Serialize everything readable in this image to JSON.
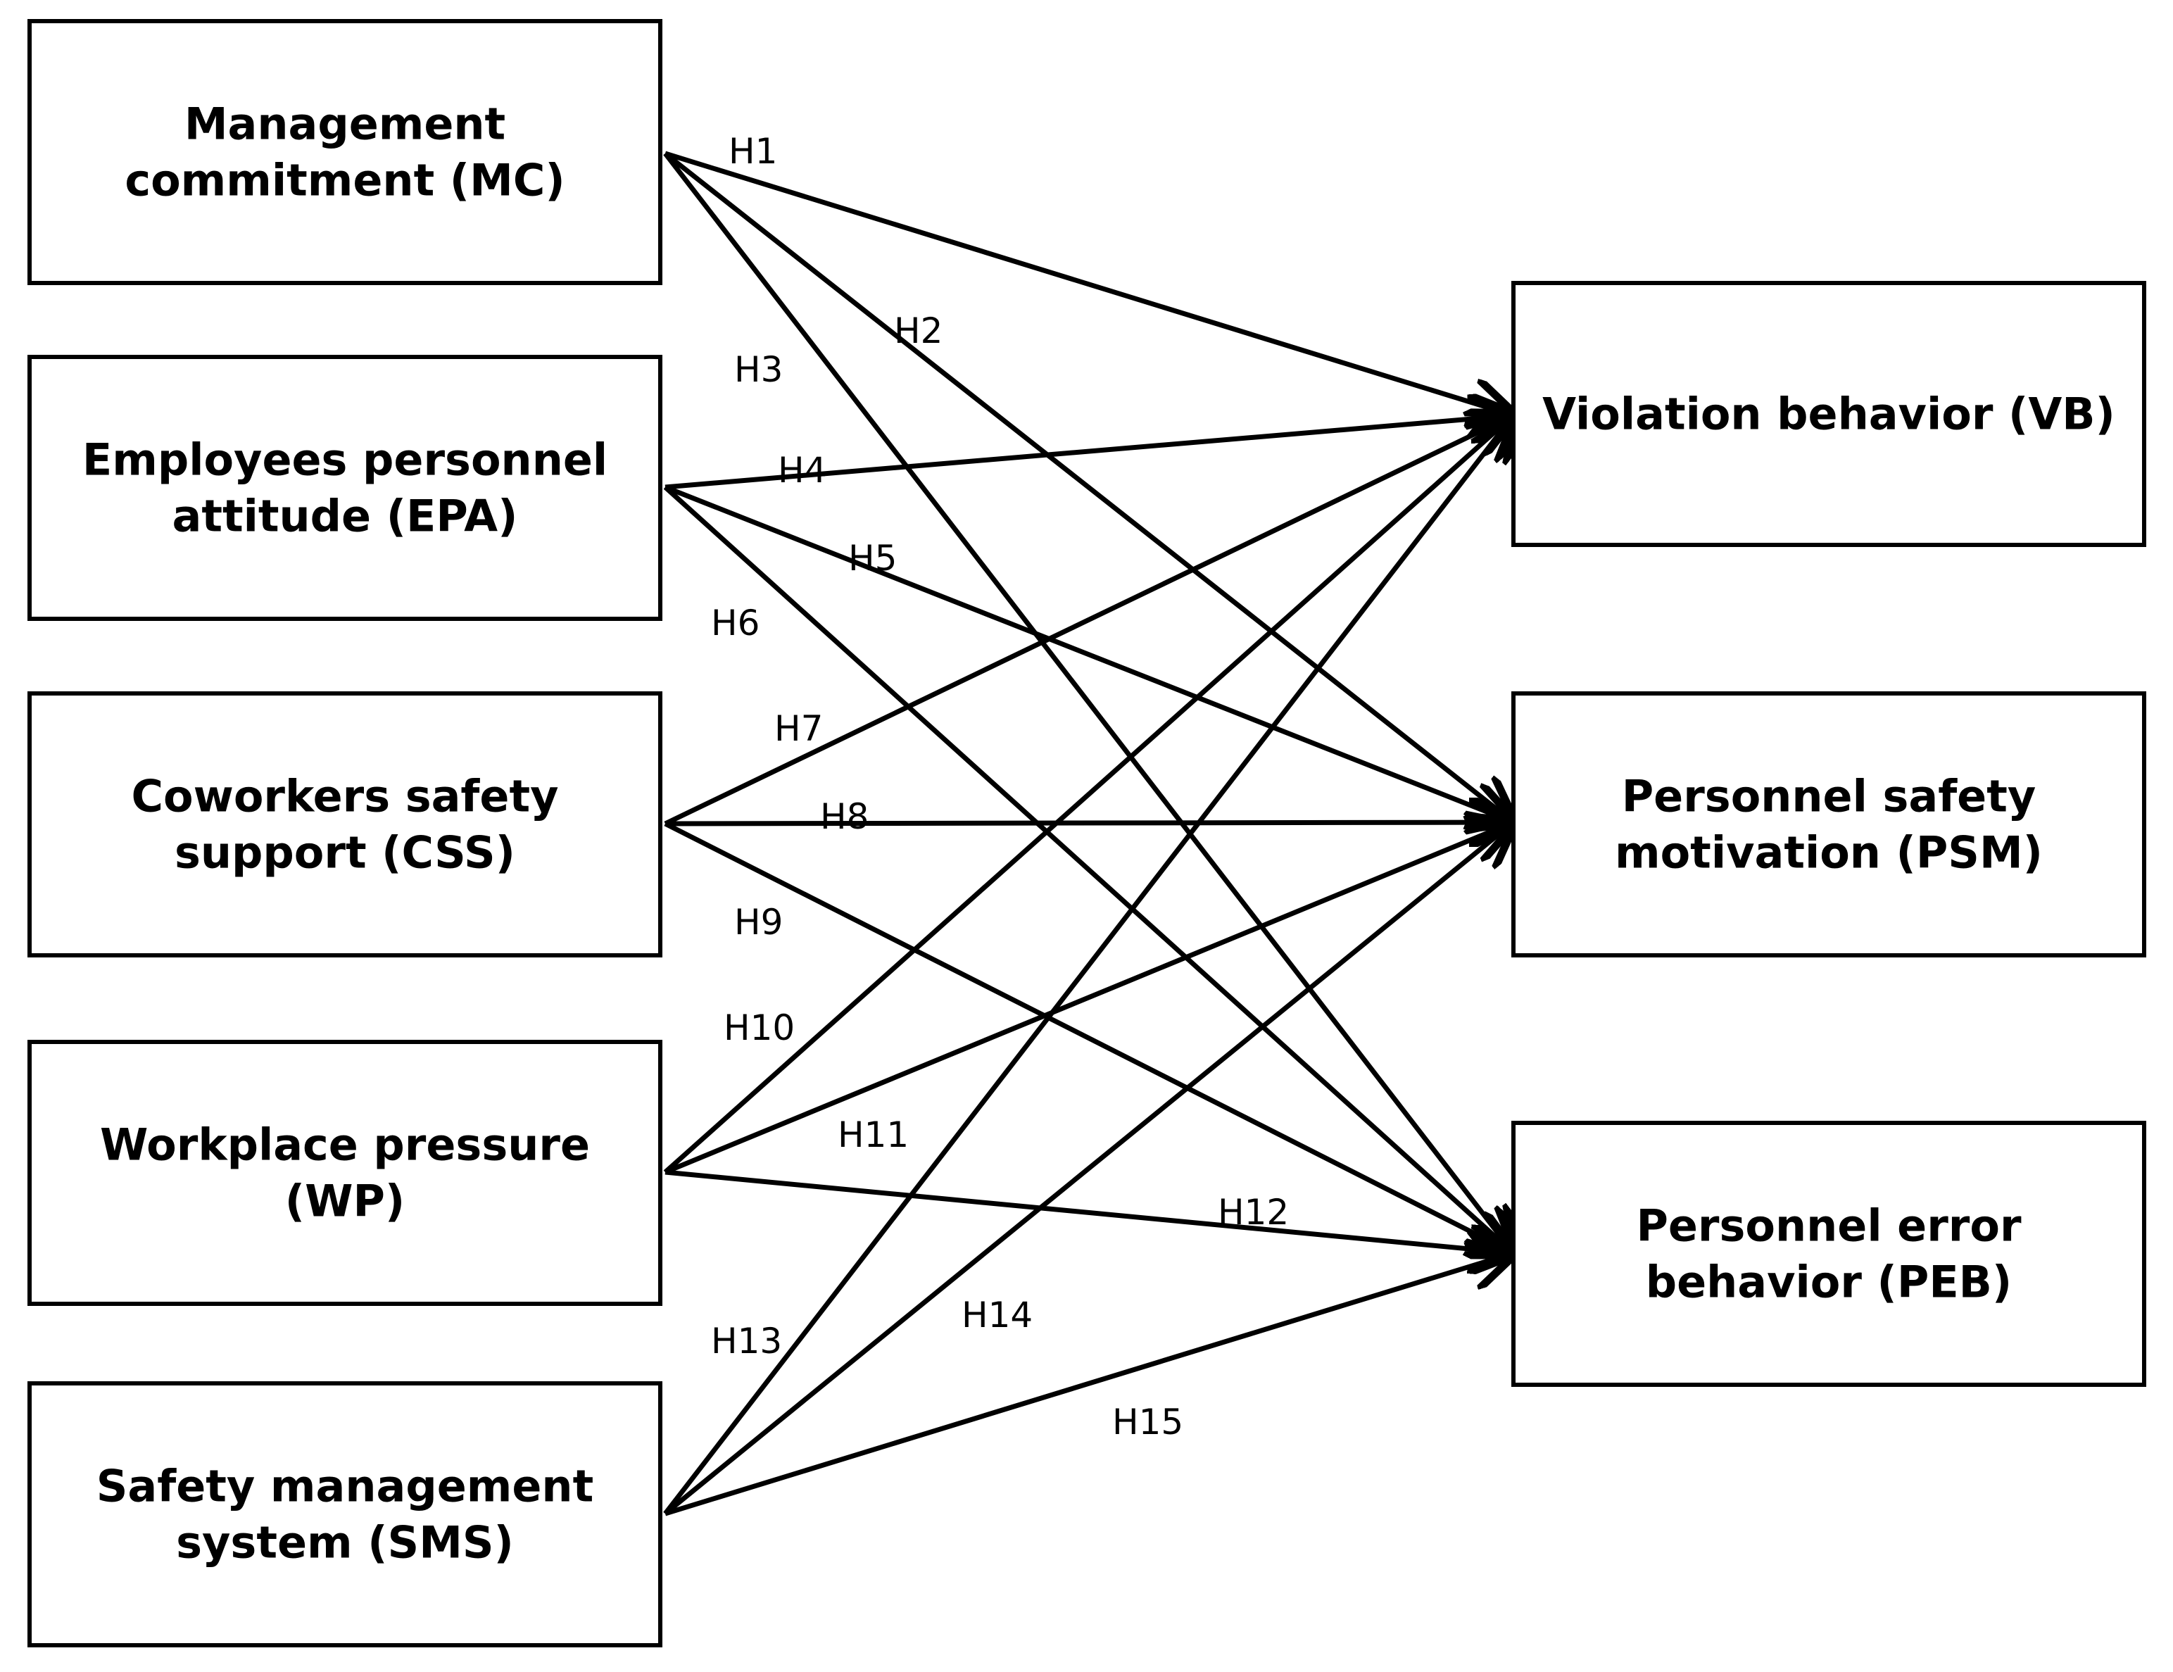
{
  "diagram": {
    "nodes": [
      {
        "id": "MC",
        "lines": [
          "Management",
          "commitment (MC)"
        ]
      },
      {
        "id": "EPA",
        "lines": [
          "Employees personnel",
          "attitude (EPA)"
        ]
      },
      {
        "id": "CSS",
        "lines": [
          "Coworkers safety",
          "support (CSS)"
        ]
      },
      {
        "id": "WP",
        "lines": [
          "Workplace pressure",
          "(WP)"
        ]
      },
      {
        "id": "SMS",
        "lines": [
          "Safety management",
          "system (SMS)"
        ]
      },
      {
        "id": "VB",
        "lines": [
          "Violation behavior (VB)"
        ]
      },
      {
        "id": "PSM",
        "lines": [
          "Personnel safety",
          "motivation (PSM)"
        ]
      },
      {
        "id": "PEB",
        "lines": [
          "Personnel error",
          "behavior (PEB)"
        ]
      }
    ],
    "edges": [
      {
        "label": "H1",
        "from": "MC",
        "to": "VB"
      },
      {
        "label": "H2",
        "from": "MC",
        "to": "PSM"
      },
      {
        "label": "H3",
        "from": "MC",
        "to": "PEB"
      },
      {
        "label": "H4",
        "from": "EPA",
        "to": "VB"
      },
      {
        "label": "H5",
        "from": "EPA",
        "to": "PSM"
      },
      {
        "label": "H6",
        "from": "EPA",
        "to": "PEB"
      },
      {
        "label": "H7",
        "from": "CSS",
        "to": "VB"
      },
      {
        "label": "H8",
        "from": "CSS",
        "to": "PSM"
      },
      {
        "label": "H9",
        "from": "CSS",
        "to": "PEB"
      },
      {
        "label": "H10",
        "from": "WP",
        "to": "VB"
      },
      {
        "label": "H11",
        "from": "WP",
        "to": "PSM"
      },
      {
        "label": "H12",
        "from": "WP",
        "to": "PEB"
      },
      {
        "label": "H13",
        "from": "SMS",
        "to": "VB"
      },
      {
        "label": "H14",
        "from": "SMS",
        "to": "PSM"
      },
      {
        "label": "H15",
        "from": "SMS",
        "to": "PEB"
      }
    ]
  }
}
